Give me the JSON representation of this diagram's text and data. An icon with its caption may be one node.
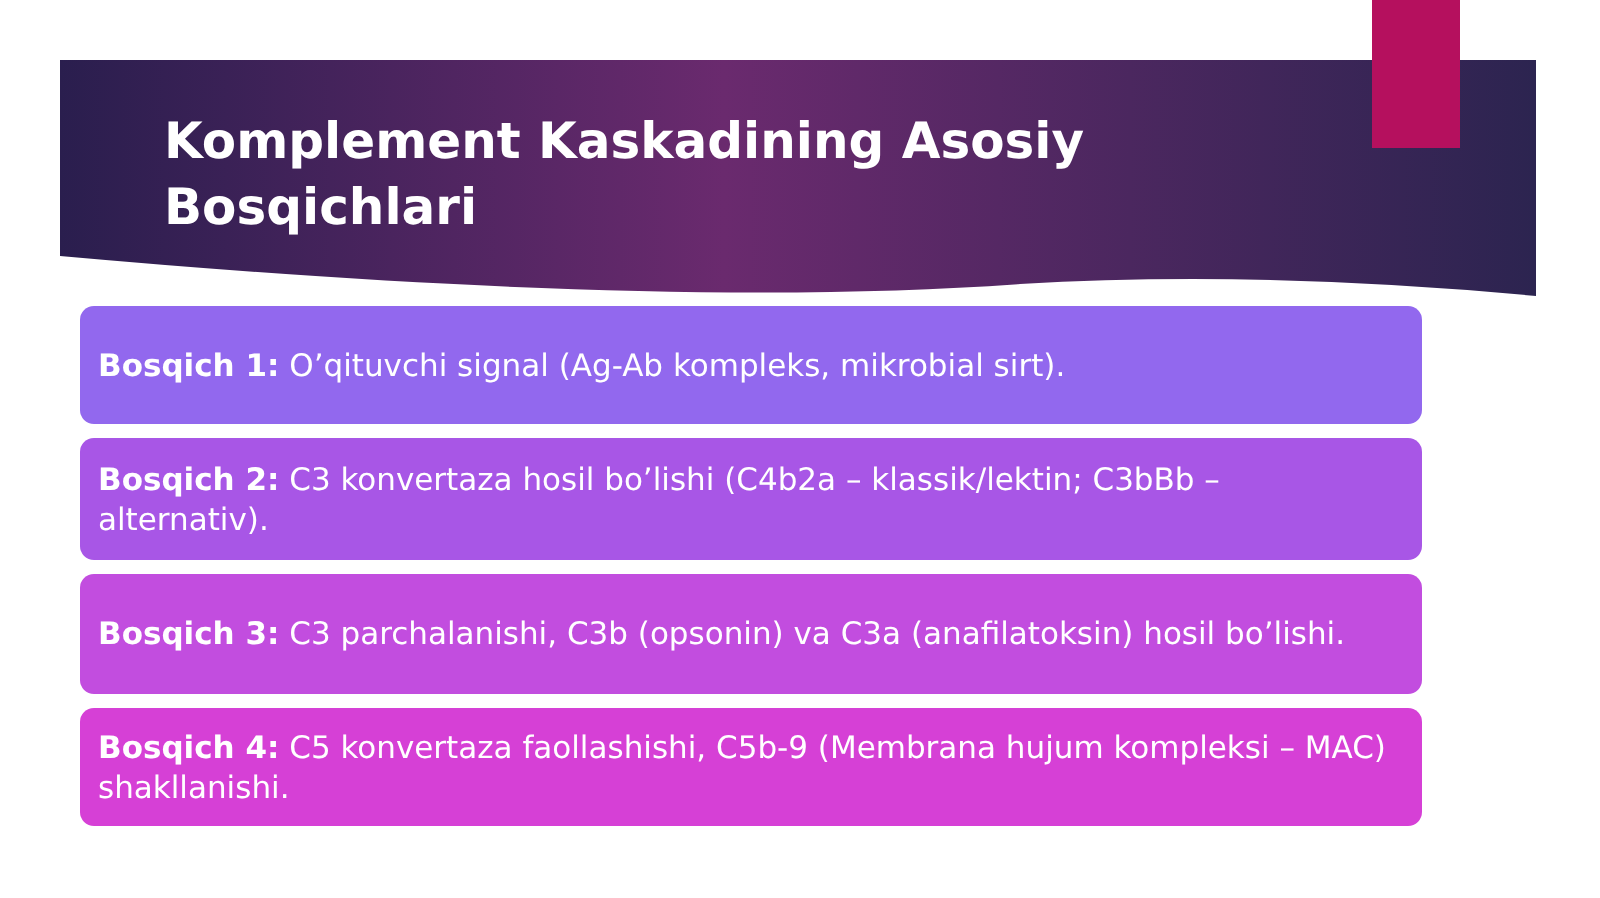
{
  "diagram": {
    "title": "Komplement Kaskadining Asosiy Bosqichlari",
    "nodes": [
      {
        "text": [
          "**Bosqich 1:** O’qituvchi signal (Ag-Ab kompleks, mikrobial sirt)."
        ]
      },
      {
        "text": [
          "**Bosqich 2:** C3 konvertaza hosil bo’lishi (C4b2a – klassik/lektin; C3bBb – alternativ)."
        ]
      },
      {
        "text": [
          "**Bosqich 3:** C3 parchalanishi, C3b (opsonin) va C3a (anafilatoksin) hosil bo’lishi."
        ]
      },
      {
        "text": [
          "**Bosqich 4:** C5 konvertaza faollashishi, C5b-9 (Membrana hujum kompleksi – MAC) shakllanishi."
        ]
      }
    ]
  }
}
